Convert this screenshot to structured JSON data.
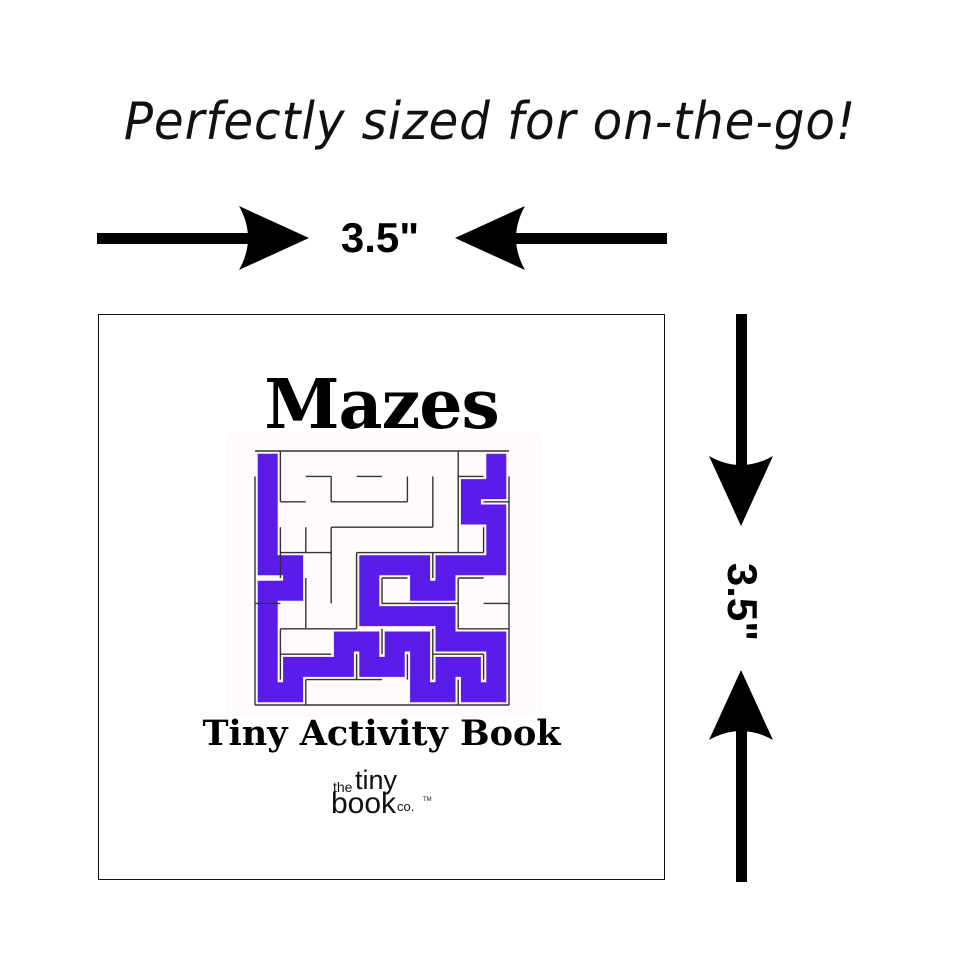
{
  "headline": "Perfectly sized for on-the-go!",
  "dimensions": {
    "width_label": "3.5\"",
    "height_label": "3.5\""
  },
  "cover": {
    "title": "Mazes",
    "subtitle": "Tiny Activity Book",
    "brand": {
      "the": "the",
      "tiny": "tiny",
      "book": "book",
      "co": "co.",
      "tm": "TM"
    }
  },
  "colors": {
    "solution_path": "#5B1BE8",
    "ink": "#000000",
    "maze_wall": "#333333",
    "background": "#ffffff"
  },
  "icons": {
    "arrow_right": "arrow-right-icon",
    "arrow_left": "arrow-left-icon",
    "arrow_down": "arrow-down-icon",
    "arrow_up": "arrow-up-icon"
  },
  "maze": {
    "cols": 10,
    "rows": 10,
    "h_walls": [
      [
        0,
        0,
        10
      ],
      [
        1,
        2,
        3
      ],
      [
        1,
        4,
        5
      ],
      [
        1,
        8,
        9
      ],
      [
        2,
        1,
        2
      ],
      [
        2,
        3,
        6
      ],
      [
        2,
        9,
        10
      ],
      [
        3,
        3,
        7
      ],
      [
        4,
        1,
        2
      ],
      [
        4,
        2,
        3
      ],
      [
        4,
        4,
        9
      ],
      [
        5,
        5,
        6
      ],
      [
        5,
        8,
        9
      ],
      [
        6,
        0,
        1
      ],
      [
        6,
        5,
        8
      ],
      [
        6,
        9,
        10
      ],
      [
        7,
        1,
        4
      ],
      [
        7,
        8,
        10
      ],
      [
        8,
        1,
        3
      ],
      [
        8,
        7,
        9
      ],
      [
        9,
        2,
        5
      ],
      [
        10,
        0,
        10
      ]
    ],
    "v_walls": [
      [
        0,
        1,
        10
      ],
      [
        1,
        0,
        2
      ],
      [
        1,
        3,
        5
      ],
      [
        1,
        7,
        9
      ],
      [
        2,
        3,
        4
      ],
      [
        2,
        5,
        7
      ],
      [
        2,
        9,
        10
      ],
      [
        3,
        1,
        2
      ],
      [
        3,
        3,
        6
      ],
      [
        4,
        4,
        7
      ],
      [
        4,
        8,
        9
      ],
      [
        5,
        5,
        6
      ],
      [
        5,
        7,
        8
      ],
      [
        6,
        1,
        2
      ],
      [
        6,
        8,
        9
      ],
      [
        7,
        1,
        3
      ],
      [
        7,
        4,
        5
      ],
      [
        7,
        7,
        9
      ],
      [
        8,
        0,
        4
      ],
      [
        8,
        5,
        7
      ],
      [
        8,
        9,
        10
      ],
      [
        9,
        3,
        4
      ],
      [
        9,
        8,
        9
      ],
      [
        10,
        1,
        10
      ]
    ],
    "solution": [
      [
        0,
        0
      ],
      [
        0,
        4
      ],
      [
        1,
        4
      ],
      [
        1,
        5
      ],
      [
        0,
        5
      ],
      [
        0,
        9
      ],
      [
        1,
        9
      ],
      [
        1,
        8
      ],
      [
        3,
        8
      ],
      [
        3,
        7
      ],
      [
        4,
        7
      ],
      [
        4,
        8
      ],
      [
        5,
        8
      ],
      [
        5,
        7
      ],
      [
        6,
        7
      ],
      [
        6,
        9
      ],
      [
        7,
        9
      ],
      [
        7,
        8
      ],
      [
        8,
        8
      ],
      [
        8,
        9
      ],
      [
        9,
        9
      ],
      [
        9,
        7
      ],
      [
        7,
        7
      ],
      [
        7,
        6
      ],
      [
        4,
        6
      ],
      [
        4,
        4
      ],
      [
        6,
        4
      ],
      [
        6,
        5
      ],
      [
        7,
        5
      ],
      [
        7,
        4
      ],
      [
        9,
        4
      ],
      [
        9,
        2
      ],
      [
        8,
        2
      ],
      [
        8,
        1
      ],
      [
        9,
        1
      ],
      [
        9,
        0
      ]
    ]
  }
}
